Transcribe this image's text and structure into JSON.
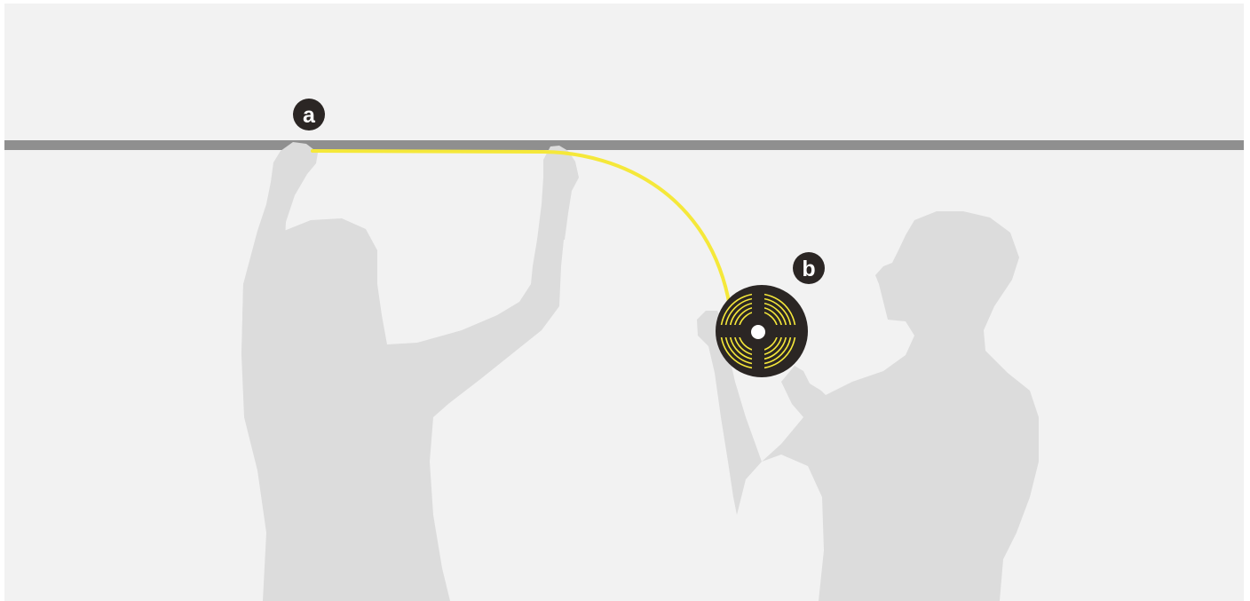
{
  "diagram": {
    "markers": [
      {
        "id": "a",
        "label": "a"
      },
      {
        "id": "b",
        "label": "b"
      }
    ],
    "colors": {
      "background": "#f2f2f2",
      "ceiling_rail": "#8f8f8f",
      "silhouette": "#dcdcdc",
      "led_strip": "#f5e83a",
      "reel": "#2b2624",
      "marker": "#2b2624"
    }
  }
}
